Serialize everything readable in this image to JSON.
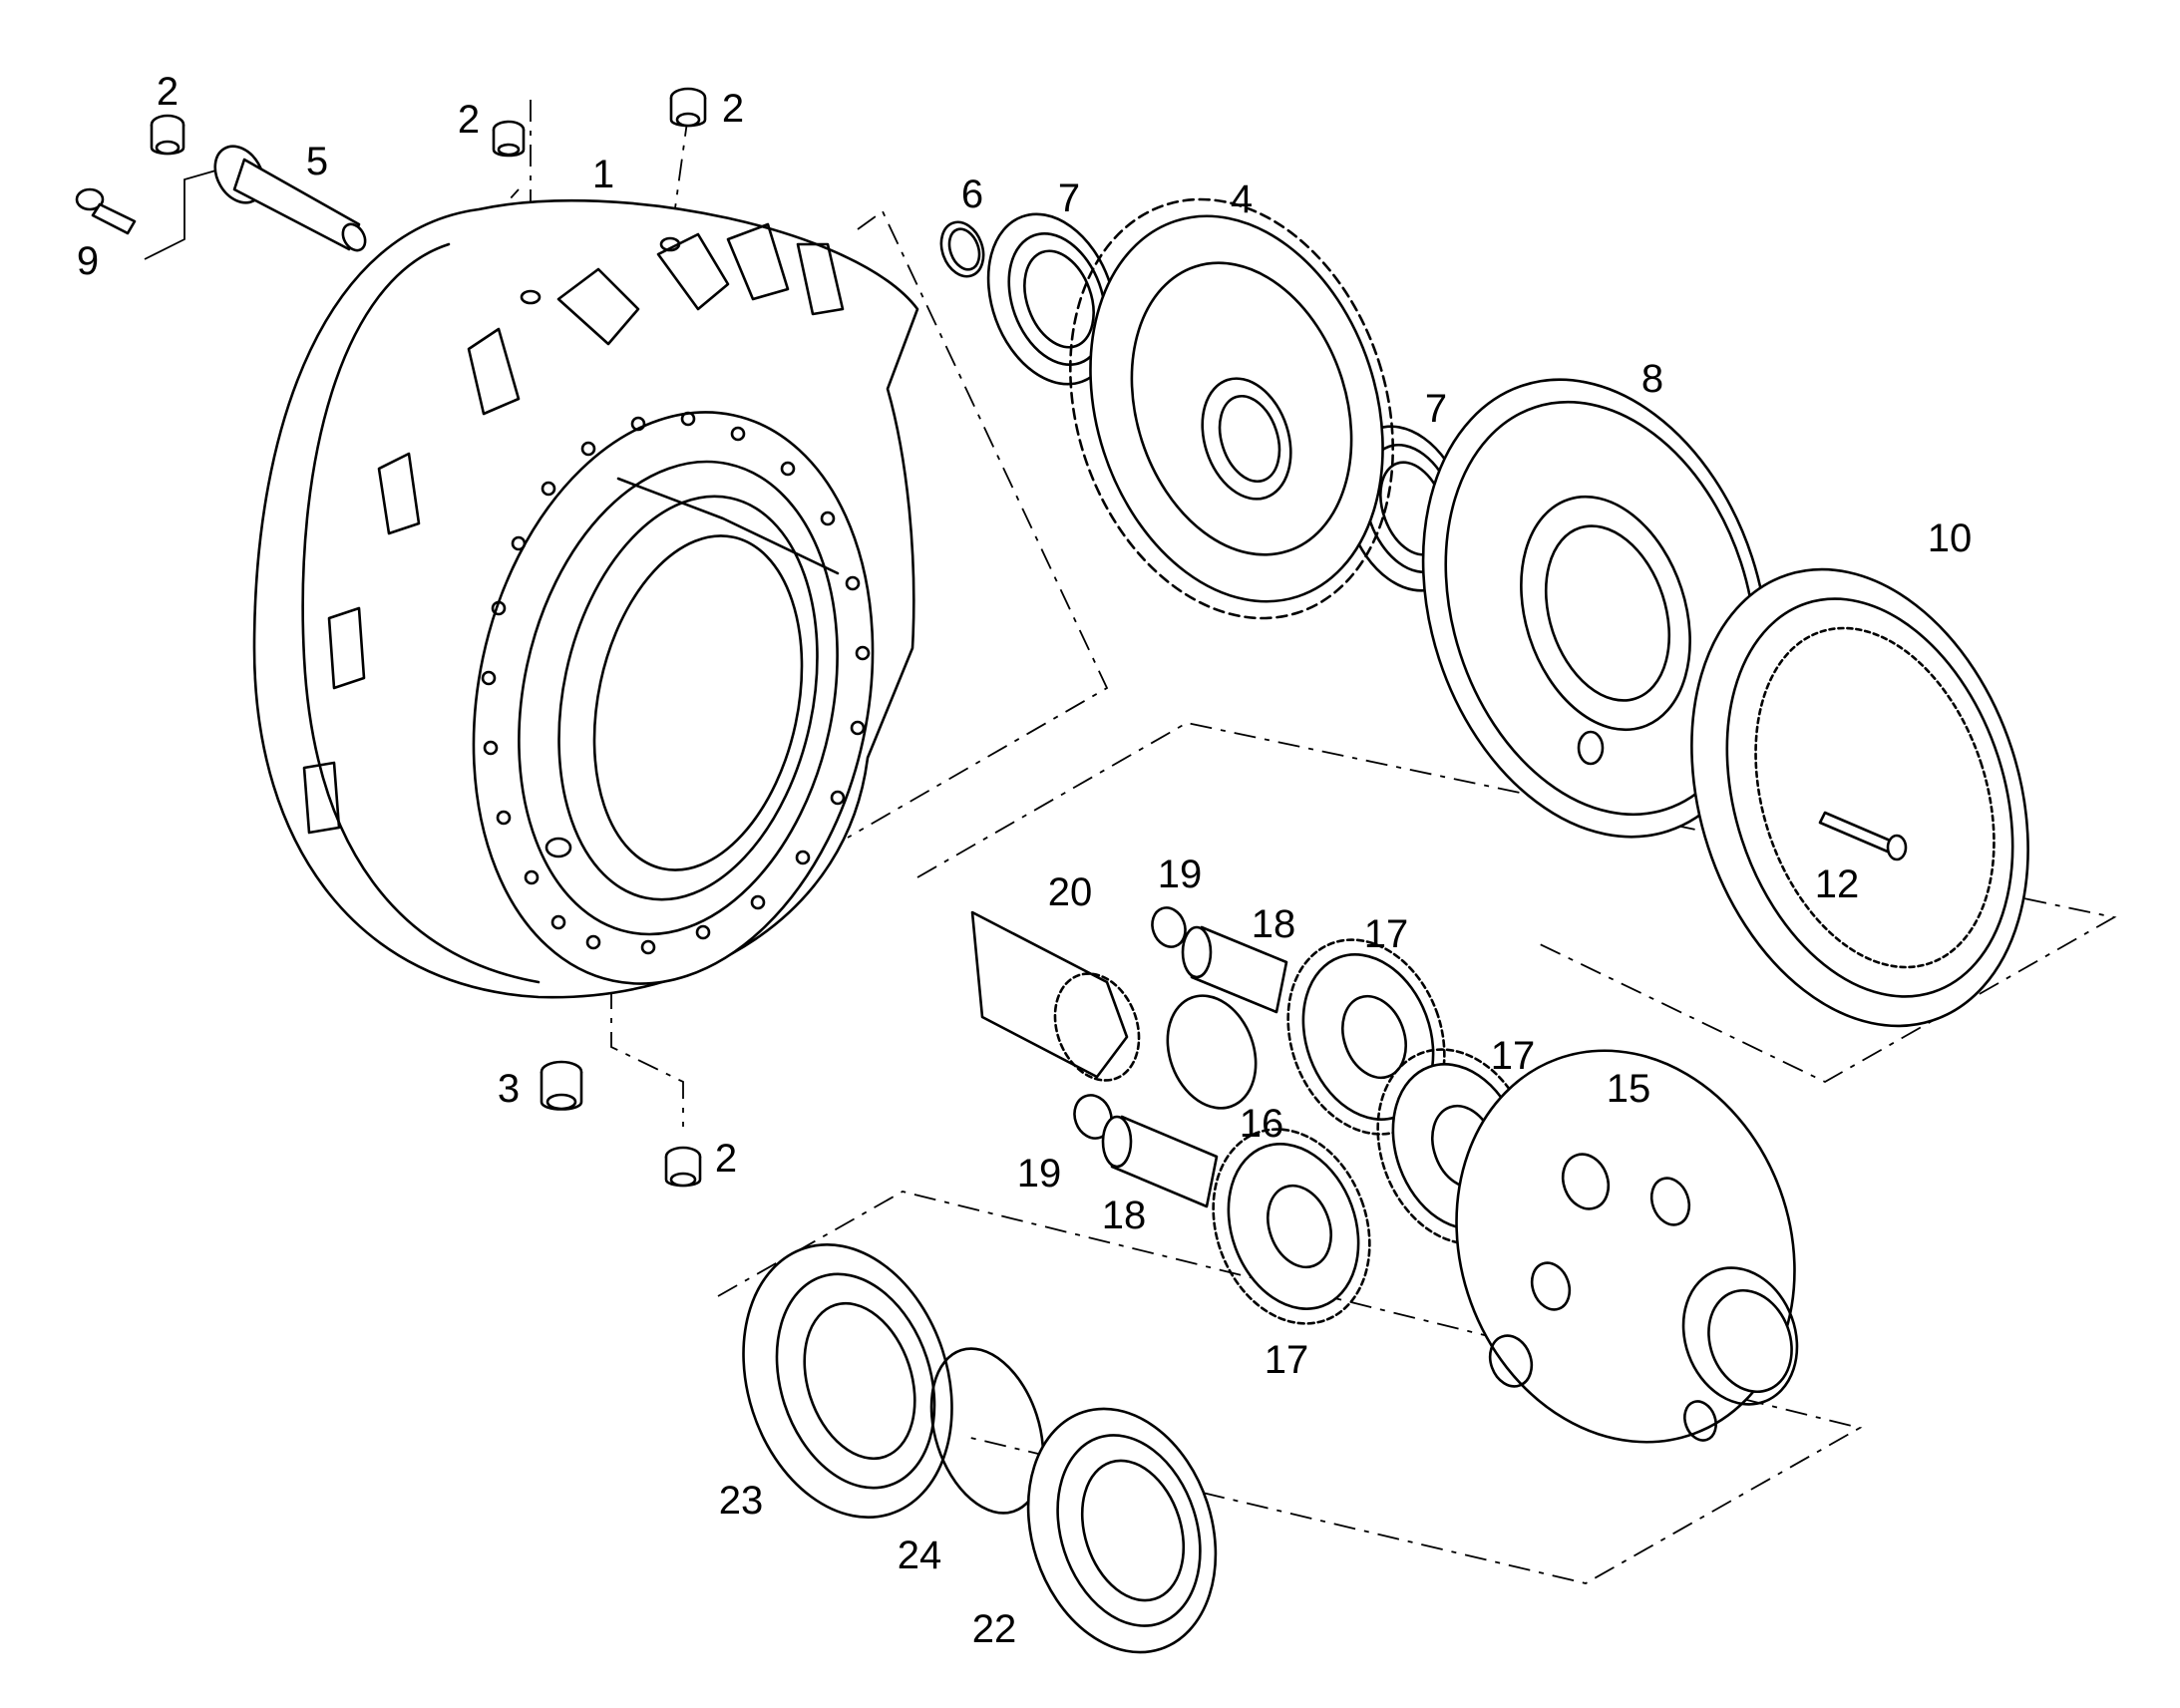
{
  "diagram": {
    "parts": [
      {
        "id": "housing",
        "label": "1"
      },
      {
        "id": "plug-a",
        "label": "2"
      },
      {
        "id": "plug-b",
        "label": "2"
      },
      {
        "id": "plug-c",
        "label": "2"
      },
      {
        "id": "plug-d",
        "label": "2"
      },
      {
        "id": "drain-plug",
        "label": "3"
      },
      {
        "id": "drive-gear",
        "label": "4"
      },
      {
        "id": "shaft",
        "label": "5"
      },
      {
        "id": "snap-ring",
        "label": "6"
      },
      {
        "id": "bearing-upper",
        "label": "7"
      },
      {
        "id": "bearing-lower",
        "label": "7"
      },
      {
        "id": "cover",
        "label": "8"
      },
      {
        "id": "screw-9",
        "label": "9"
      },
      {
        "id": "ring-gear",
        "label": "10"
      },
      {
        "id": "screw-12",
        "label": "12"
      },
      {
        "id": "planet-carrier",
        "label": "15"
      },
      {
        "id": "thrust-washer",
        "label": "16"
      },
      {
        "id": "planet-gear-a",
        "label": "17"
      },
      {
        "id": "planet-gear-b",
        "label": "17"
      },
      {
        "id": "planet-gear-c",
        "label": "17"
      },
      {
        "id": "planet-pin-a",
        "label": "18"
      },
      {
        "id": "planet-pin-b",
        "label": "18"
      },
      {
        "id": "circlip-a",
        "label": "19"
      },
      {
        "id": "circlip-b",
        "label": "19"
      },
      {
        "id": "sun-shaft",
        "label": "20"
      },
      {
        "id": "bearing-22",
        "label": "22"
      },
      {
        "id": "bearing-23",
        "label": "23"
      },
      {
        "id": "retaining-ring",
        "label": "24"
      }
    ]
  }
}
